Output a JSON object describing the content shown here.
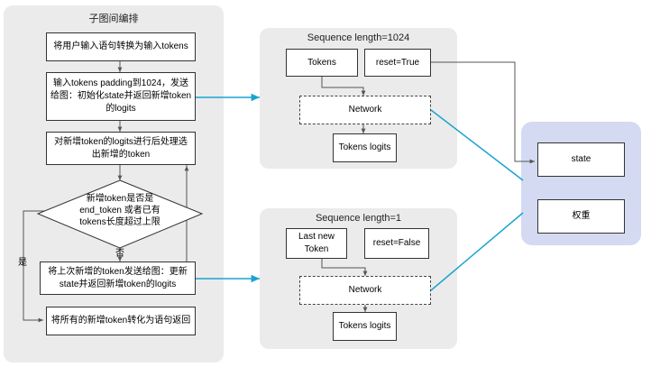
{
  "left_panel": {
    "title": "子图间编排",
    "steps": {
      "s1": "将用户输入语句转换为输入tokens",
      "s2": "输入tokens padding到1024，发送给图：初始化state并返回新增token的logits",
      "s3": "对新增token的logits进行后处理选出新增的token",
      "decision": "新增token是否是end_token 或者已有tokens长度超过上限",
      "s4": "将上次新增的token发送给图：更新state并返回新增token的logits",
      "s5": "将所有的新增token转化为语句返回"
    },
    "labels": {
      "no": "否",
      "yes": "是"
    }
  },
  "top_panel": {
    "title": "Sequence length=1024",
    "tokens": "Tokens",
    "reset": "reset=True",
    "network": "Network",
    "logits": "Tokens logits"
  },
  "bottom_panel": {
    "title": "Sequence length=1",
    "tokens": "Last new Token",
    "reset": "reset=False",
    "network": "Network",
    "logits": "Tokens logits"
  },
  "state_panel": {
    "state": "state",
    "weights": "权重"
  },
  "colors": {
    "panel_bg": "#ebebeb",
    "state_bg": "#d3daf2",
    "connector_blue": "#1aa3d1",
    "line_dark": "#555555"
  }
}
